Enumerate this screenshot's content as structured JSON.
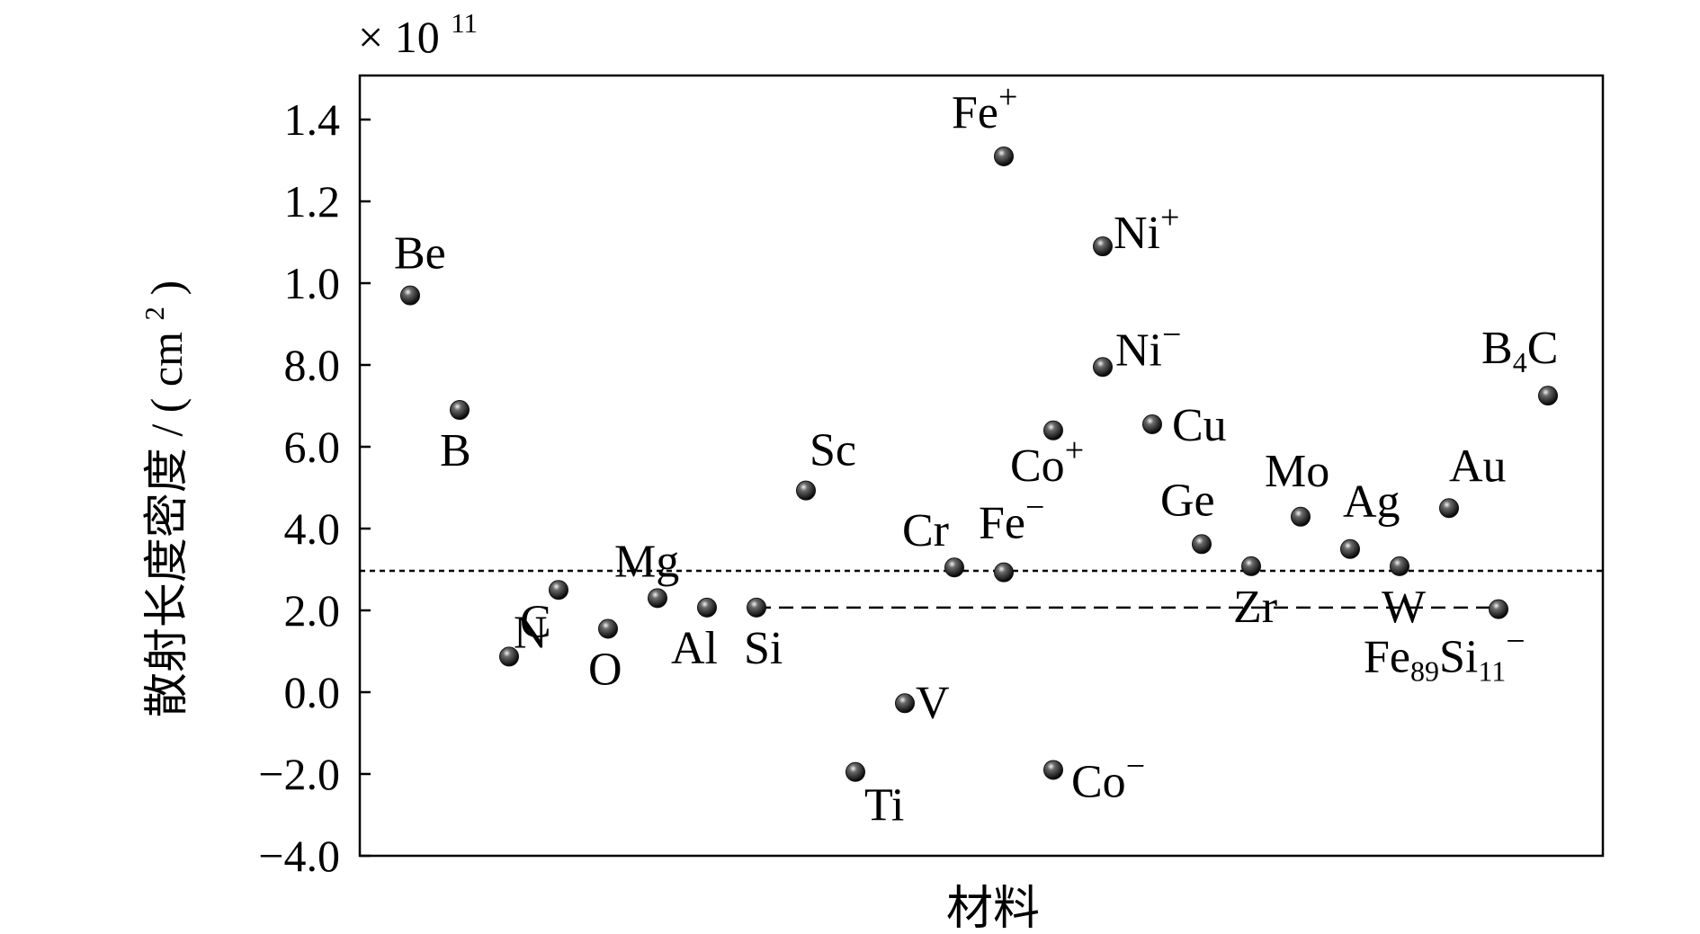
{
  "chart_data": {
    "type": "scatter",
    "title": "",
    "xlabel": "材料",
    "ylabel": "散射长度密度 / ( cm",
    "ylabel_sup": "2",
    "ylabel_close": ")",
    "y_multiplier_prefix": "× 10",
    "y_multiplier_exp": "11",
    "ylim": [
      -4.0,
      1.5
    ],
    "yticks": [
      -4.0,
      -2.0,
      0.0,
      2.0,
      4.0,
      6.0,
      8.0,
      1.0,
      1.2,
      1.4
    ],
    "ytick_labels": [
      "−4.0",
      "−2.0",
      "0.0",
      "2.0",
      "4.0",
      "6.0",
      "8.0",
      "1.0",
      "1.2",
      "1.4"
    ],
    "x_axis_ticks": "none",
    "grid": false,
    "legend": "none",
    "marker_color": "#111111",
    "reference_lines": [
      {
        "style": "dotted",
        "y": 2.95,
        "x_start": "left-edge",
        "x_end": "right-edge"
      },
      {
        "style": "dashed",
        "y": 2.05,
        "from_point": "Si",
        "to_point": "Fe89Si11−"
      }
    ],
    "points": [
      {
        "label": "Be",
        "sup": "",
        "sub": "",
        "tail": "",
        "x": 1,
        "y": 0.97
      },
      {
        "label": "B",
        "sup": "",
        "sub": "",
        "tail": "",
        "x": 2,
        "y": 6.9
      },
      {
        "label": "C",
        "sup": "",
        "sub": "",
        "tail": "",
        "x": 3,
        "y": 0.87
      },
      {
        "label": "N",
        "sup": "",
        "sub": "",
        "tail": "",
        "x": 4,
        "y": 2.5
      },
      {
        "label": "O",
        "sup": "",
        "sub": "",
        "tail": "",
        "x": 5,
        "y": 1.55
      },
      {
        "label": "Mg",
        "sup": "",
        "sub": "",
        "tail": "",
        "x": 6,
        "y": 2.3
      },
      {
        "label": "Al",
        "sup": "",
        "sub": "",
        "tail": "",
        "x": 7,
        "y": 2.07
      },
      {
        "label": "Si",
        "sup": "",
        "sub": "",
        "tail": "",
        "x": 8,
        "y": 2.07
      },
      {
        "label": "Sc",
        "sup": "",
        "sub": "",
        "tail": "",
        "x": 9,
        "y": 4.93
      },
      {
        "label": "Ti",
        "sup": "",
        "sub": "",
        "tail": "",
        "x": 10,
        "y": -1.95
      },
      {
        "label": "V",
        "sup": "",
        "sub": "",
        "tail": "",
        "x": 11,
        "y": -0.27
      },
      {
        "label": "Cr",
        "sup": "",
        "sub": "",
        "tail": "",
        "x": 12,
        "y": 3.05
      },
      {
        "label": "Fe",
        "sup": "+",
        "sub": "",
        "tail": "",
        "x": 13,
        "y": 1.31
      },
      {
        "label": "Fe",
        "sup": "−",
        "sub": "",
        "tail": "",
        "x": 13,
        "y": 2.93
      },
      {
        "label": "Co",
        "sup": "+",
        "sub": "",
        "tail": "",
        "x": 14,
        "y": 6.4
      },
      {
        "label": "Co",
        "sup": "−",
        "sub": "",
        "tail": "",
        "x": 14,
        "y": -1.9
      },
      {
        "label": "Ni",
        "sup": "+",
        "sub": "",
        "tail": "",
        "x": 15,
        "y": 1.09
      },
      {
        "label": "Ni",
        "sup": "−",
        "sub": "",
        "tail": "",
        "x": 15,
        "y": 7.95
      },
      {
        "label": "Cu",
        "sup": "",
        "sub": "",
        "tail": "",
        "x": 16,
        "y": 6.55
      },
      {
        "label": "Ge",
        "sup": "",
        "sub": "",
        "tail": "",
        "x": 17,
        "y": 3.62
      },
      {
        "label": "Zr",
        "sup": "",
        "sub": "",
        "tail": "",
        "x": 18,
        "y": 3.08
      },
      {
        "label": "Mo",
        "sup": "",
        "sub": "",
        "tail": "",
        "x": 19,
        "y": 4.29
      },
      {
        "label": "Ag",
        "sup": "",
        "sub": "",
        "tail": "",
        "x": 20,
        "y": 3.5
      },
      {
        "label": "W",
        "sup": "",
        "sub": "",
        "tail": "",
        "x": 21,
        "y": 3.08
      },
      {
        "label": "Au",
        "sup": "",
        "sub": "",
        "tail": "",
        "x": 22,
        "y": 4.5
      },
      {
        "label": "Fe",
        "sup": "",
        "sub": "89",
        "tail": "Si",
        "tail_sub": "11",
        "tail_sup": "−",
        "x": 23,
        "y": 2.03
      },
      {
        "label": "B",
        "sup": "",
        "sub": "4",
        "tail": "C",
        "x": 24,
        "y": 7.25
      }
    ]
  }
}
